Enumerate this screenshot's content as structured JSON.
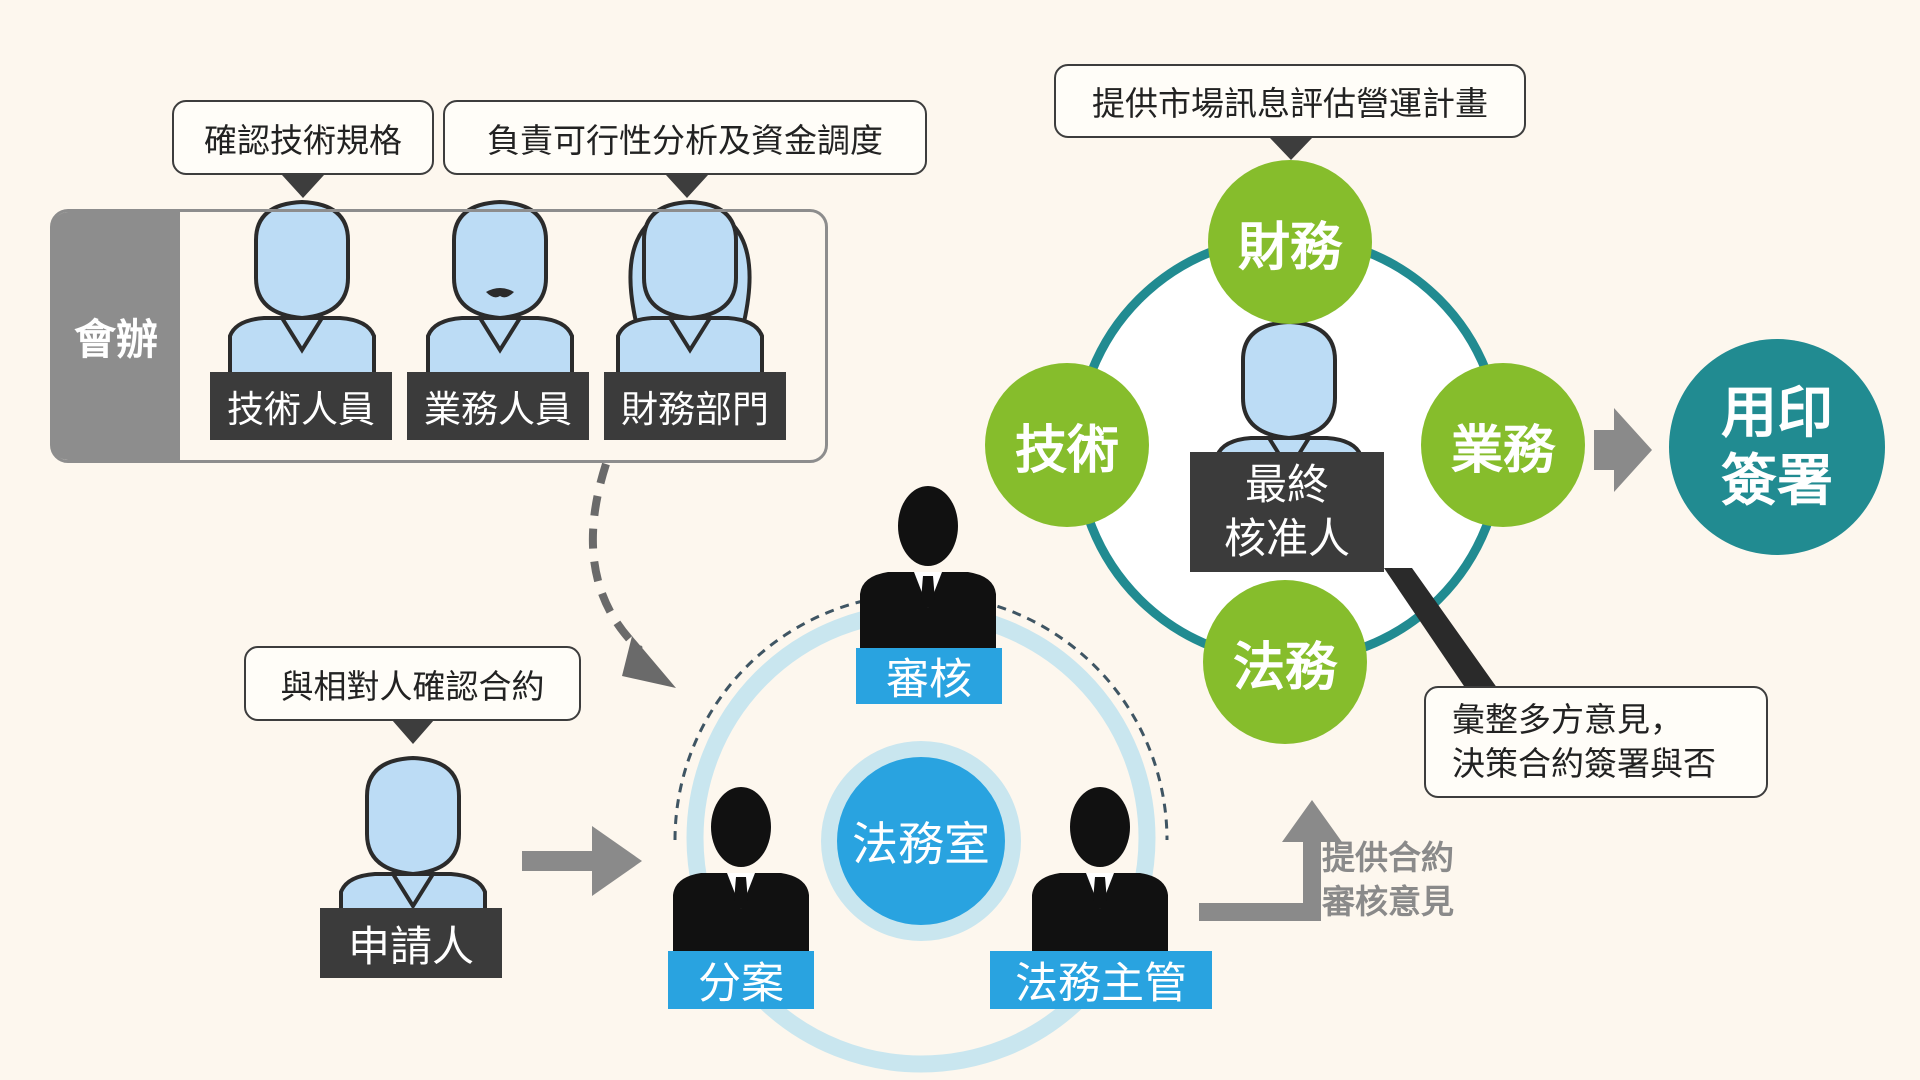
{
  "huiban": {
    "label": "會辦",
    "bubbles": [
      "確認技術規格",
      "負責可行性分析及資金調度"
    ],
    "people": [
      "技術人員",
      "業務人員",
      "財務部門"
    ]
  },
  "applicant": {
    "bubble": "與相對人確認合約",
    "label": "申請人"
  },
  "legal": {
    "center": "法務室",
    "review": "審核",
    "assign": "分案",
    "supervisor": "法務主管",
    "opinion_line1": "提供合約",
    "opinion_line2": "審核意見"
  },
  "approval": {
    "bubble": "提供市場訊息評估營運計畫",
    "circles": [
      "財務",
      "技術",
      "業務",
      "法務"
    ],
    "approver_line1": "最終",
    "approver_line2": "核准人",
    "note_line1": "彙整多方意見，",
    "note_line2": "決策合約簽署與否"
  },
  "seal": {
    "line1": "用印",
    "line2": "簽署"
  },
  "colors": {
    "background": "#fdf7ee",
    "green": "#86bd2c",
    "teal": "#218b91",
    "blue": "#29a3e0",
    "light_blue_person": "#bcdcf5",
    "dark_label": "#3b3b3b",
    "grey": "#8d8d8d"
  }
}
